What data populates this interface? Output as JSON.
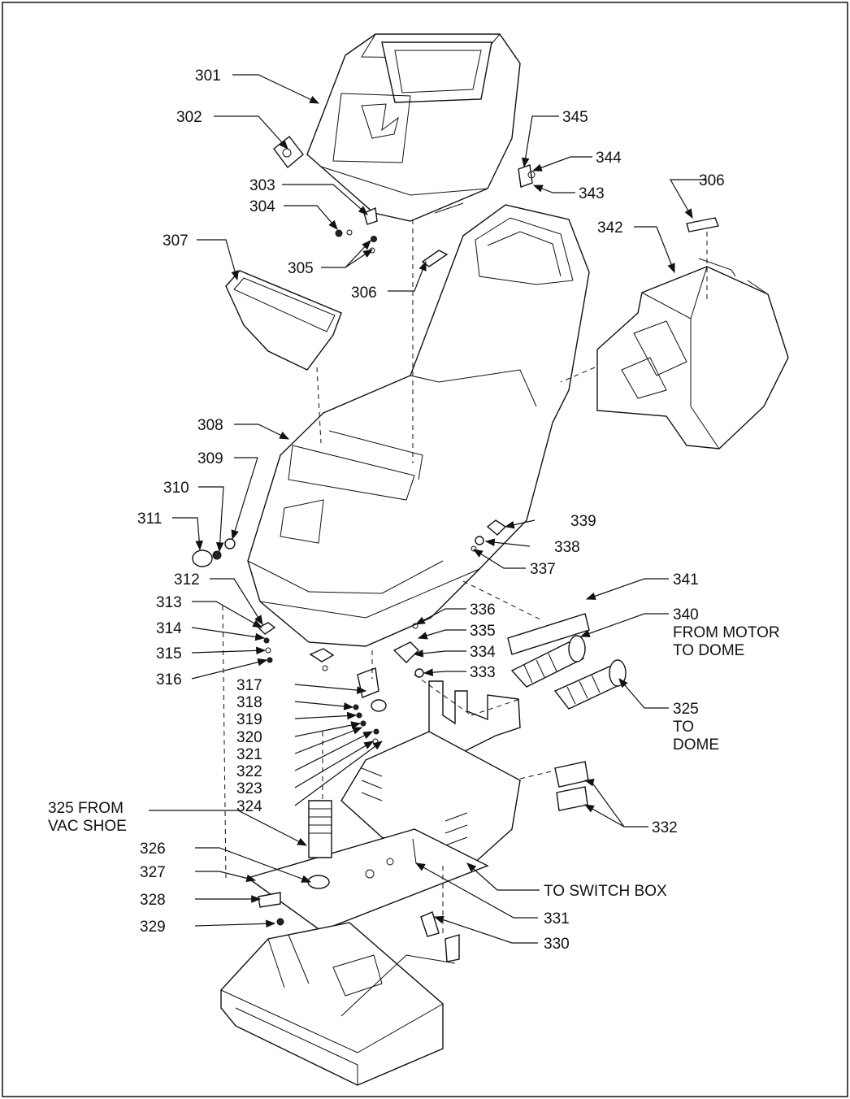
{
  "labels": {
    "p301": "301",
    "p302": "302",
    "p303": "303",
    "p304": "304",
    "p305": "305",
    "p306a": "306",
    "p306b": "306",
    "p307": "307",
    "p308": "308",
    "p309": "309",
    "p310": "310",
    "p311": "311",
    "p312": "312",
    "p313": "313",
    "p314": "314",
    "p315": "315",
    "p316": "316",
    "p317": "317",
    "p318": "318",
    "p319": "319",
    "p320": "320",
    "p321": "321",
    "p322": "322",
    "p323": "323",
    "p324": "324",
    "p325a": "325 FROM",
    "p325a2": "VAC SHOE",
    "p325b": "325",
    "p325b2": "TO",
    "p325b3": "DOME",
    "p326": "326",
    "p327": "327",
    "p328": "328",
    "p329": "329",
    "p330": "330",
    "p331": "331",
    "p332": "332",
    "p333": "333",
    "p334": "334",
    "p335": "335",
    "p336": "336",
    "p337": "337",
    "p338": "338",
    "p339": "339",
    "p340": "340",
    "p340b": "FROM MOTOR",
    "p340c": "TO DOME",
    "p341": "341",
    "p342": "342",
    "p343": "343",
    "p344": "344",
    "p345": "345",
    "switchbox": "TO SWITCH BOX"
  }
}
